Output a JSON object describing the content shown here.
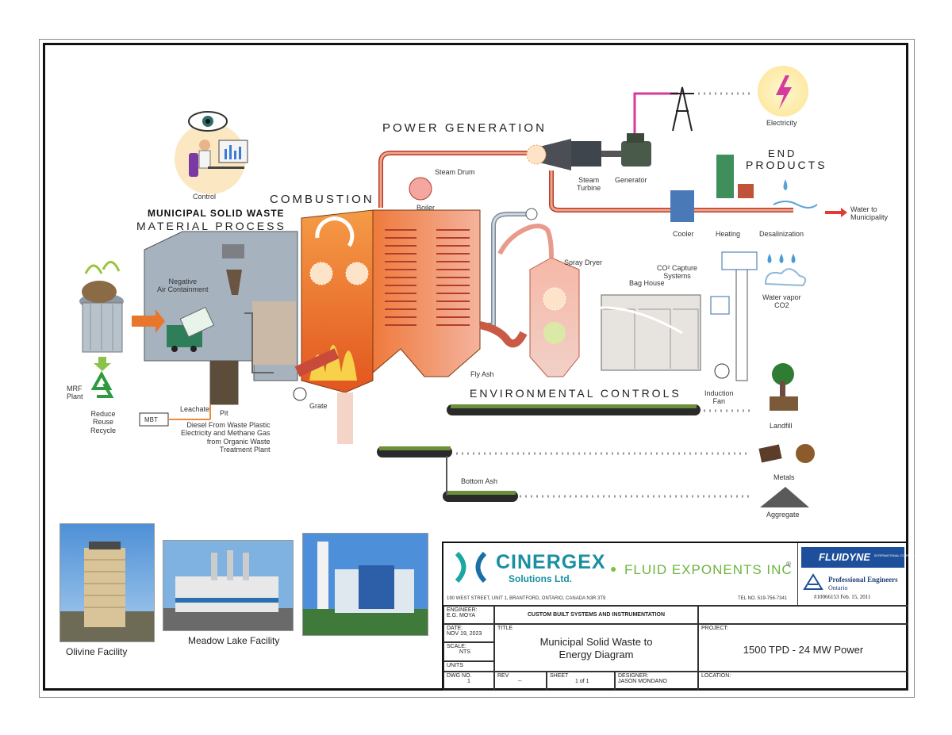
{
  "headings": {
    "power_generation": "POWER GENERATION",
    "combustion": "COMBUSTION",
    "msw_line1": "MUNICIPAL SOLID WASTE",
    "msw_line2": "MATERIAL PROCESS",
    "end_products_line1": "END",
    "end_products_line2": "PRODUCTS",
    "environmental_controls": "ENVIRONMENTAL CONTROLS"
  },
  "labels": {
    "control": "Control",
    "electricity": "Electricity",
    "steam_drum": "Steam Drum",
    "boiler": "Boiler",
    "steam_turbine": "Steam\nTurbine",
    "generator": "Generator",
    "cooler": "Cooler",
    "heating": "Heating",
    "desalinization": "Desalinization",
    "water_to_municipality": "Water to\nMunicipality",
    "negative_air": "Negative\nAir Containment",
    "spray_dryer": "Spray Dryer",
    "co2_capture": "CO² Capture\nSystems",
    "bag_house": "Bag House",
    "water_vapor": "Water vapor\nCO2",
    "fly_ash": "Fly Ash",
    "induction_fan": "Induction\nFan",
    "landfill": "Landfill",
    "mrf_plant": "MRF\nPlant",
    "reduce_reuse_recycle": "Reduce\nReuse\nRecycle",
    "leachate": "Leachate",
    "pit": "Pit",
    "grate": "Grate",
    "mbt": "MBT",
    "diesel_note": "Diesel From Waste Plastic\nElectricity and Methane Gas\nfrom Organic Waste\nTreatment Plant",
    "metals": "Metals",
    "bottom_ash": "Bottom Ash",
    "aggregate": "Aggregate"
  },
  "photos": {
    "olivine": "Olivine Facility",
    "meadow_lake": "Meadow Lake Facility"
  },
  "title_block": {
    "company1_name": "CINERGEX",
    "company1_sub": "Solutions Ltd.",
    "company2_name": "FLUID EXPONENTS INC",
    "company2_mark": "®",
    "fluidyne": "FLUIDYNE",
    "fluidyne_sub": "INTERNATIONAL CORPORATION",
    "address": "190 WEST STREET, UNIT 1, BRANTFORD, ONTARIO, CANADA N3R 3T9",
    "tel": "TEL NO. 519-756-7341",
    "pe_line1": "Professional Engineers",
    "pe_line2": "Ontario",
    "pe_line3": "#10066153   Feb. 15, 2011",
    "engineer_label": "ENGINEER:",
    "engineer_value": "E.G. MOYA",
    "custom_built": "CUSTOM BUILT SYSTEMS AND INSTRUMENTATION",
    "date_label": "DATE:",
    "date_value": "NOV 19, 2023",
    "title_label": "TITLE",
    "title_line1": "Municipal Solid Waste to",
    "title_line2": "Energy Diagram",
    "project_label": "PROJECT:",
    "project_value": "1500 TPD - 24 MW Power",
    "scale_label": "SCALE:",
    "scale_value": "NTS",
    "units_label": "UNITS",
    "dwg_label": "DWG NO.",
    "dwg_value": "1",
    "rev_label": "REV",
    "rev_value": "--",
    "sheet_label": "SHEET",
    "sheet_value": "1 of 1",
    "designer_label": "DESIGNER:",
    "designer_value": "JASON MONDANO",
    "location_label": "LOCATION:"
  },
  "colors": {
    "combustion_orange": "#f07a2a",
    "boiler_pink": "#ef9a86",
    "steel_gray": "#b9c2cc",
    "eco_green": "#4caf50",
    "electric_pink": "#d63a9c",
    "cinergex_teal": "#1aa7a1",
    "fluid_green": "#7ac142"
  }
}
